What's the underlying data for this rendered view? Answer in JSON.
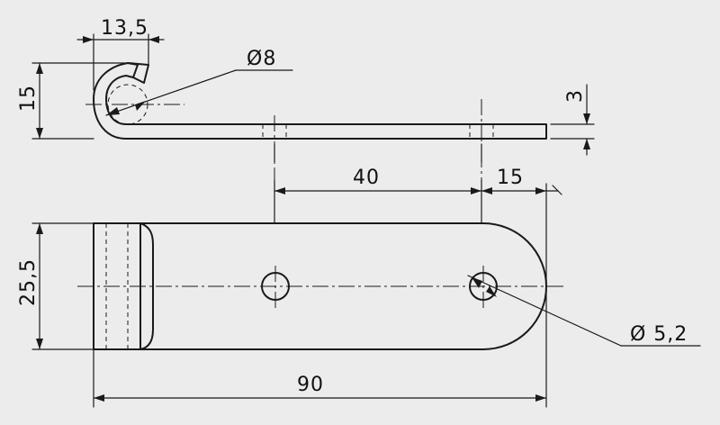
{
  "dimensions": {
    "hook_width": "13,5",
    "hook_diameter": "Ø8",
    "side_height": "15",
    "thickness": "3",
    "hole_spacing": "40",
    "end_offset": "15",
    "plate_width": "25,5",
    "hole_diameter": "Ø 5,2",
    "total_length": "90"
  },
  "colors": {
    "background": "#ececec",
    "ink": "#1a1a1a"
  }
}
